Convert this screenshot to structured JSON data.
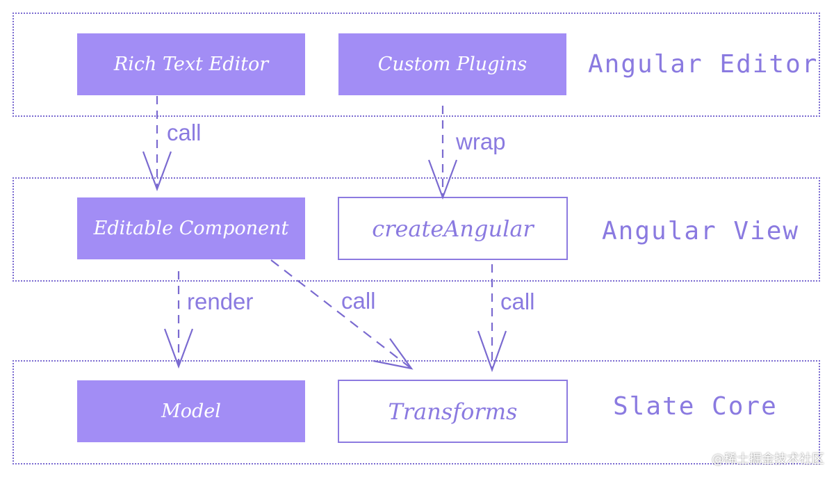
{
  "layers": {
    "editor": {
      "label": "Angular Editor"
    },
    "view": {
      "label": "Angular View"
    },
    "core": {
      "label": "Slate Core"
    }
  },
  "boxes": {
    "rich_text_editor": "Rich Text Editor",
    "custom_plugins": "Custom Plugins",
    "editable_component": "Editable Component",
    "create_angular": "createAngular",
    "model": "Model",
    "transforms": "Transforms"
  },
  "edges": {
    "editor_to_editable": "call",
    "plugins_to_create": "wrap",
    "editable_to_model": "render",
    "editable_to_transforms": "call",
    "create_to_transforms": "call"
  },
  "watermark": "@稀土掘金技术社区",
  "colors": {
    "fill": "#a28df5",
    "stroke": "#7a6ad0",
    "text": "#8a7ae0"
  }
}
